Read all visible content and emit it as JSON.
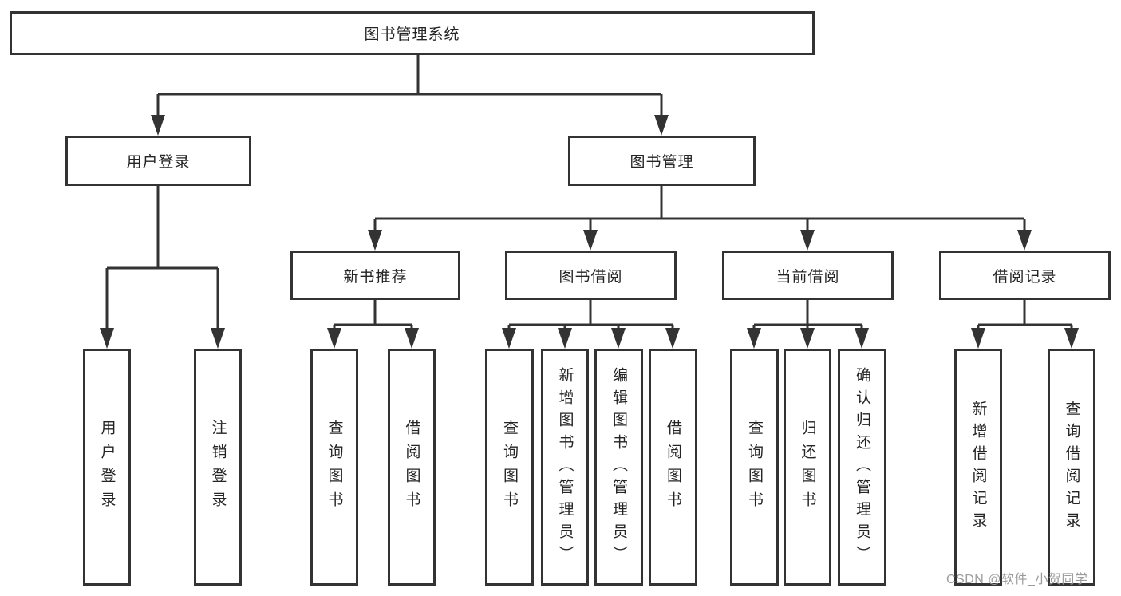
{
  "page": {
    "background_color": "#ffffff",
    "line_color": "#333333",
    "box_text_color": "#242424"
  },
  "diagram": {
    "root": {
      "label": "图书管理系统"
    },
    "level2": [
      {
        "label": "用户登录"
      },
      {
        "label": "图书管理"
      }
    ],
    "level3": [
      {
        "label": "新书推荐"
      },
      {
        "label": "图书借阅"
      },
      {
        "label": "当前借阅"
      },
      {
        "label": "借阅记录"
      }
    ],
    "leaves": {
      "user_login": [
        {
          "label": "用户登录"
        },
        {
          "label": "注销登录"
        }
      ],
      "new_book_recommend": [
        {
          "label": "查询图书"
        },
        {
          "label": "借阅图书"
        }
      ],
      "book_borrow": [
        {
          "label": "查询图书"
        },
        {
          "label": "新增图书（管理员）"
        },
        {
          "label": "编辑图书（管理员）"
        },
        {
          "label": "借阅图书"
        }
      ],
      "current_borrow": [
        {
          "label": "查询图书"
        },
        {
          "label": "归还图书"
        },
        {
          "label": "确认归还（管理员）"
        }
      ],
      "borrow_record": [
        {
          "label": "新增借阅记录"
        },
        {
          "label": "查询借阅记录"
        }
      ]
    }
  },
  "watermark": {
    "text": "CSDN @软件_小贺同学",
    "color": "#9b9b9b"
  }
}
